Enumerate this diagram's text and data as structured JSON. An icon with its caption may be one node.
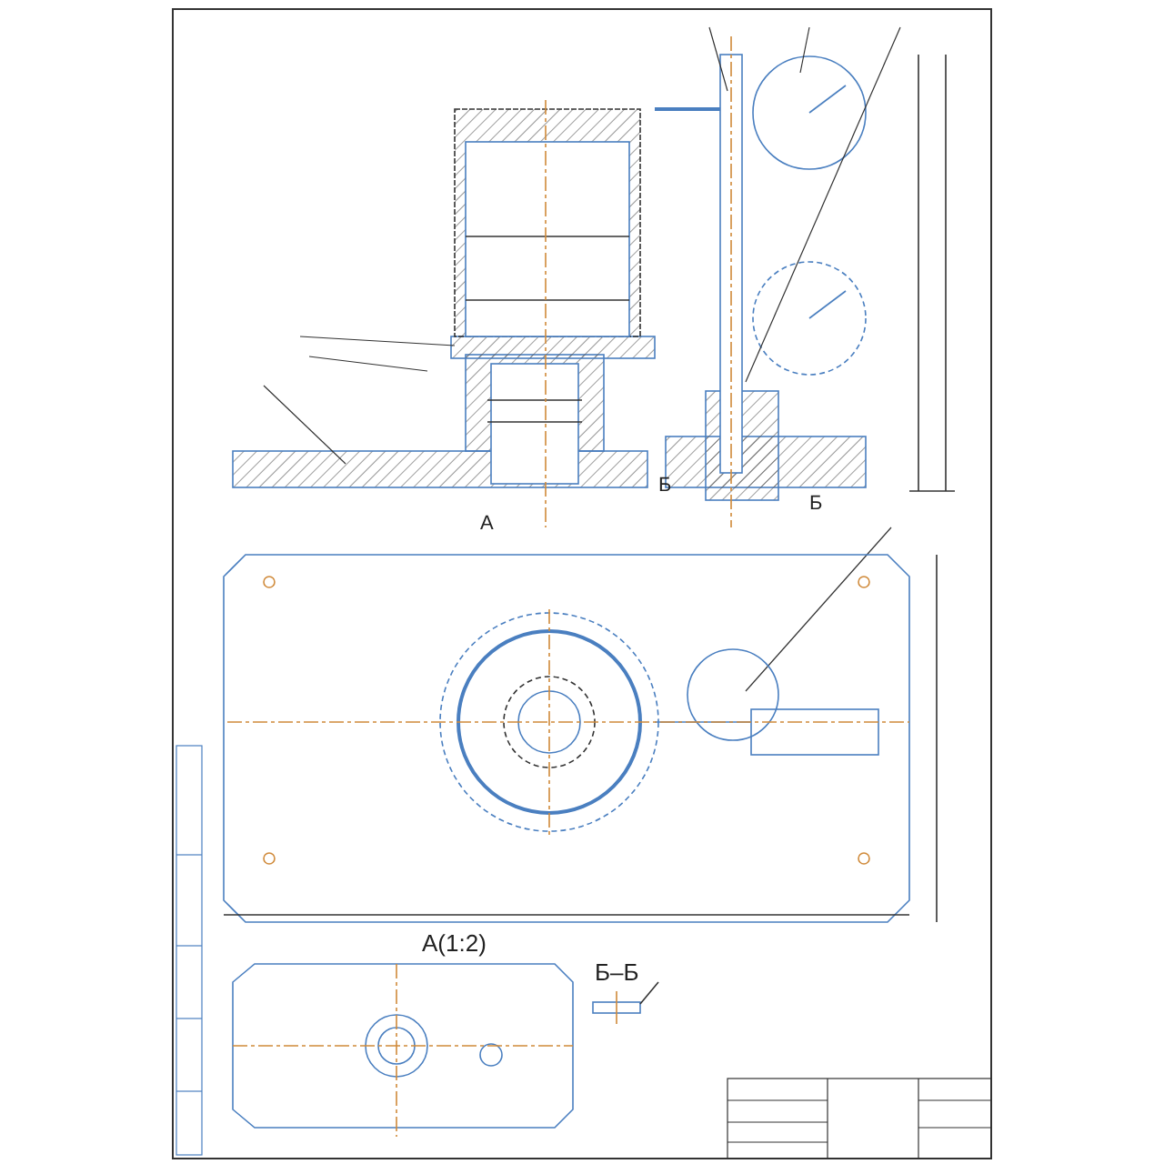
{
  "diagram": {
    "labels": [
      "Б",
      "Б",
      "А",
      "А(1:2)",
      "Б–Б"
    ]
  }
}
